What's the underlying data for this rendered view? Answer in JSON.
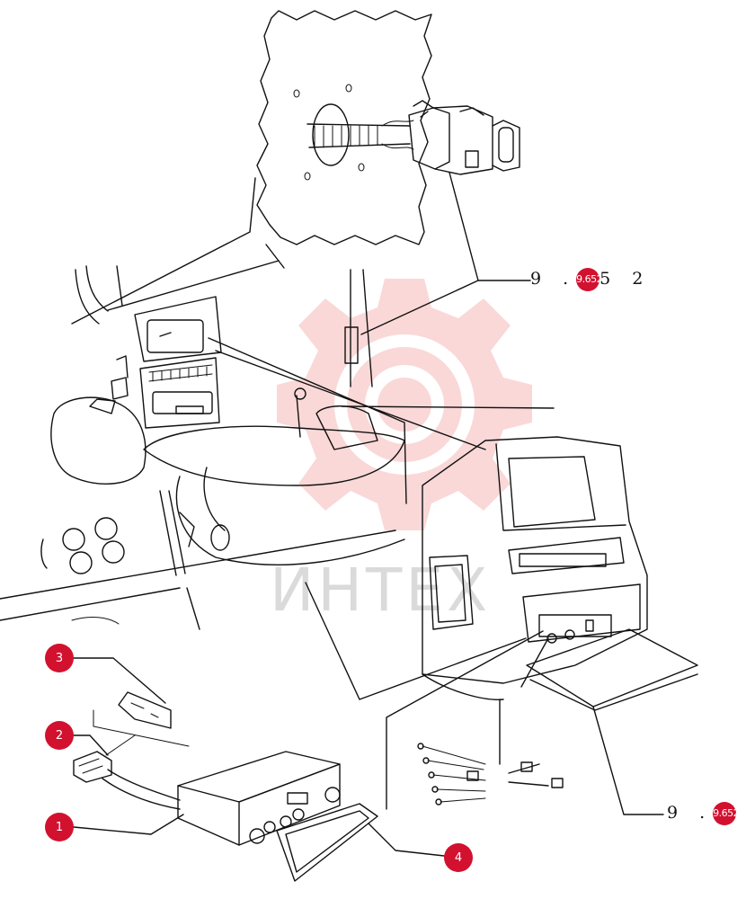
{
  "watermark": {
    "text": "ИНТЕХ",
    "gear_color": "#f5b5b5"
  },
  "references": {
    "top_right": {
      "prefix": "9 .",
      "badge": "9.652",
      "suffix": "5 2"
    },
    "bottom_right": {
      "prefix": "9 .",
      "badge": "9.652"
    }
  },
  "callouts": [
    {
      "id": "c1",
      "label": "1"
    },
    {
      "id": "c2",
      "label": "2"
    },
    {
      "id": "c3",
      "label": "3"
    },
    {
      "id": "c4",
      "label": "4"
    }
  ],
  "colors": {
    "callout": "#d2112f",
    "line": "#111111"
  }
}
